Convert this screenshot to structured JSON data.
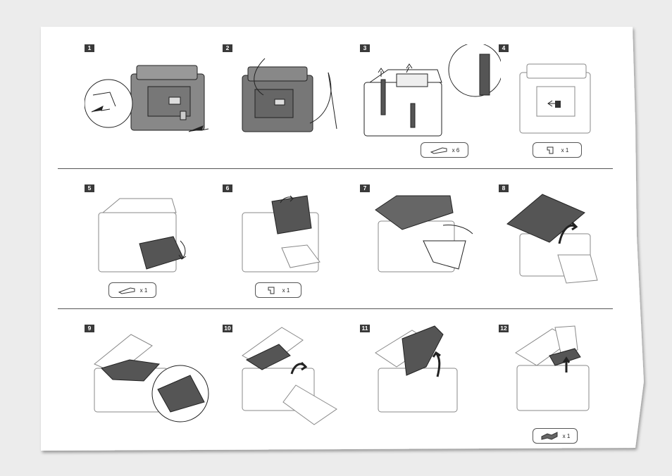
{
  "steps": [
    {
      "num": "1",
      "icon": "printer-back-push-icon"
    },
    {
      "num": "2",
      "icon": "lift-printer-icon"
    },
    {
      "num": "3",
      "icon": "remove-tape-icon",
      "qty": "x 6",
      "qty_icon": "tape-strip-icon"
    },
    {
      "num": "4",
      "icon": "remove-back-tape-icon",
      "qty": "x 1",
      "qty_icon": "tape-piece-icon"
    },
    {
      "num": "5",
      "icon": "open-tray-icon",
      "qty": "x 1",
      "qty_icon": "tape-strip-icon"
    },
    {
      "num": "6",
      "icon": "remove-cover-sheet-icon",
      "qty": "x 1",
      "qty_icon": "tape-piece-icon"
    },
    {
      "num": "7",
      "icon": "remove-panel-sheet-icon"
    },
    {
      "num": "8",
      "icon": "lift-scanner-icon"
    },
    {
      "num": "9",
      "icon": "open-toner-cover-icon"
    },
    {
      "num": "10",
      "icon": "lift-toner-cover-icon"
    },
    {
      "num": "11",
      "icon": "remove-sheet-icon"
    },
    {
      "num": "12",
      "icon": "remove-packing-icon",
      "qty": "x 1",
      "qty_icon": "packing-material-icon"
    }
  ]
}
